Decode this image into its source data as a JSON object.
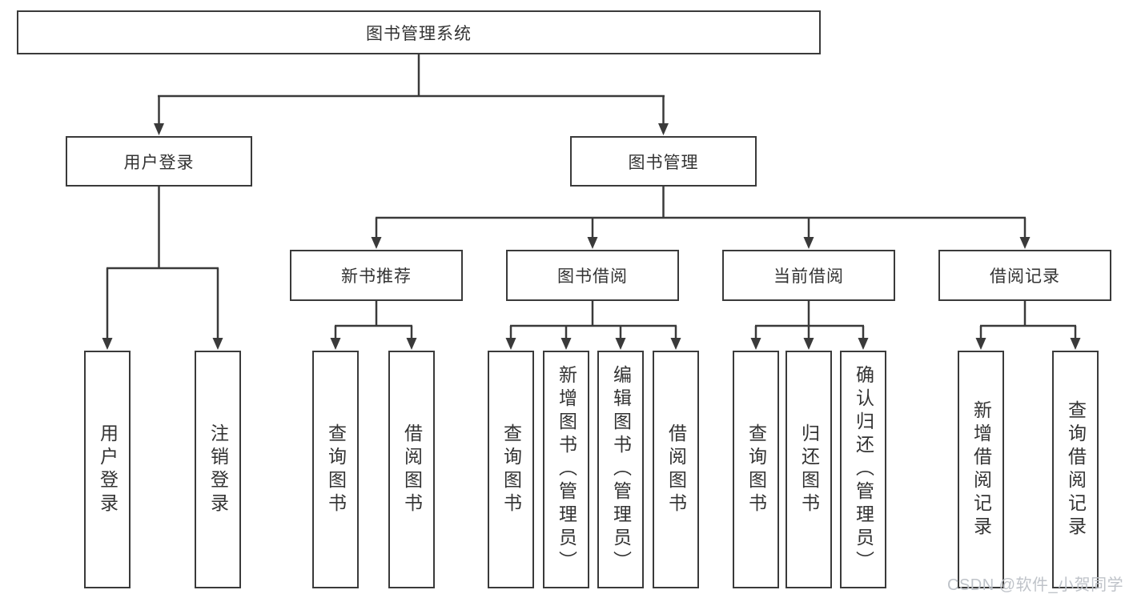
{
  "tree": {
    "label": "图书管理系统",
    "children": [
      {
        "label": "用户登录",
        "children": [
          {
            "label": "用户登录"
          },
          {
            "label": "注销登录"
          }
        ]
      },
      {
        "label": "图书管理",
        "children": [
          {
            "label": "新书推荐",
            "children": [
              {
                "label": "查询图书"
              },
              {
                "label": "借阅图书"
              }
            ]
          },
          {
            "label": "图书借阅",
            "children": [
              {
                "label": "查询图书"
              },
              {
                "label": "新增图书（管理员）"
              },
              {
                "label": "编辑图书（管理员）"
              },
              {
                "label": "借阅图书"
              }
            ]
          },
          {
            "label": "当前借阅",
            "children": [
              {
                "label": "查询图书"
              },
              {
                "label": "归还图书"
              },
              {
                "label": "确认归还（管理员）"
              }
            ]
          },
          {
            "label": "借阅记录",
            "children": [
              {
                "label": "新增借阅记录"
              },
              {
                "label": "查询借阅记录"
              }
            ]
          }
        ]
      }
    ]
  },
  "watermark": {
    "text": "CSDN @软件_小贺同学"
  },
  "colors": {
    "line": "#3a3a3a",
    "text": "#333333",
    "watermark": "#bfc3c9",
    "background": "#ffffff"
  }
}
